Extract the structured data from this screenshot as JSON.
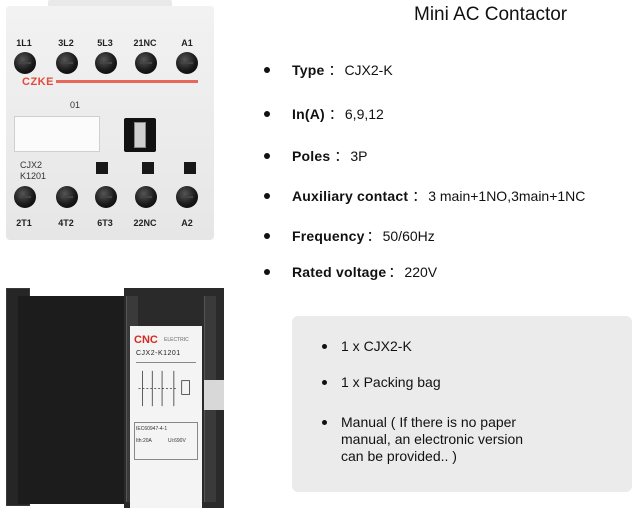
{
  "title": "Mini AC Contactor",
  "specs": [
    {
      "key": "Type",
      "sep": "：",
      "value": "CJX2-K"
    },
    {
      "key": "In(A)",
      "sep": "：",
      "value": "6,9,12"
    },
    {
      "key": "Poles",
      "sep": "：",
      "value": "3P"
    },
    {
      "key": "Auxiliary contact",
      "sep": "：",
      "value": "3 main+1NO,3main+1NC"
    },
    {
      "key": "Frequency",
      "sep": "：",
      "value": "50/60Hz"
    },
    {
      "key": "Rated voltage",
      "sep": "：",
      "value": "220V"
    }
  ],
  "package": {
    "items": [
      {
        "lines": [
          "1 x CJX2-K"
        ]
      },
      {
        "lines": [
          "1 x Packing bag"
        ]
      },
      {
        "lines": [
          "Manual ( If there is no paper",
          "manual, an electronic version",
          "can be provided.. )"
        ]
      }
    ]
  },
  "product_top": {
    "brand": "CZKE",
    "top_terminals": [
      "1L1",
      "3L2",
      "5L3",
      "21NC",
      "A1"
    ],
    "bottom_terminals": [
      "2T1",
      "4T2",
      "6T3",
      "22NC",
      "A2"
    ],
    "code": "01",
    "model_line1": "CJX2",
    "model_line2": "K1201"
  },
  "product_bottom": {
    "brand": "CNC",
    "brand_sub": "ELECTRIC",
    "model": "CJX2-K1201",
    "std": "IEC60947-4-1",
    "rating_a": "Ith:20A",
    "rating_b": "Ui:690V"
  }
}
